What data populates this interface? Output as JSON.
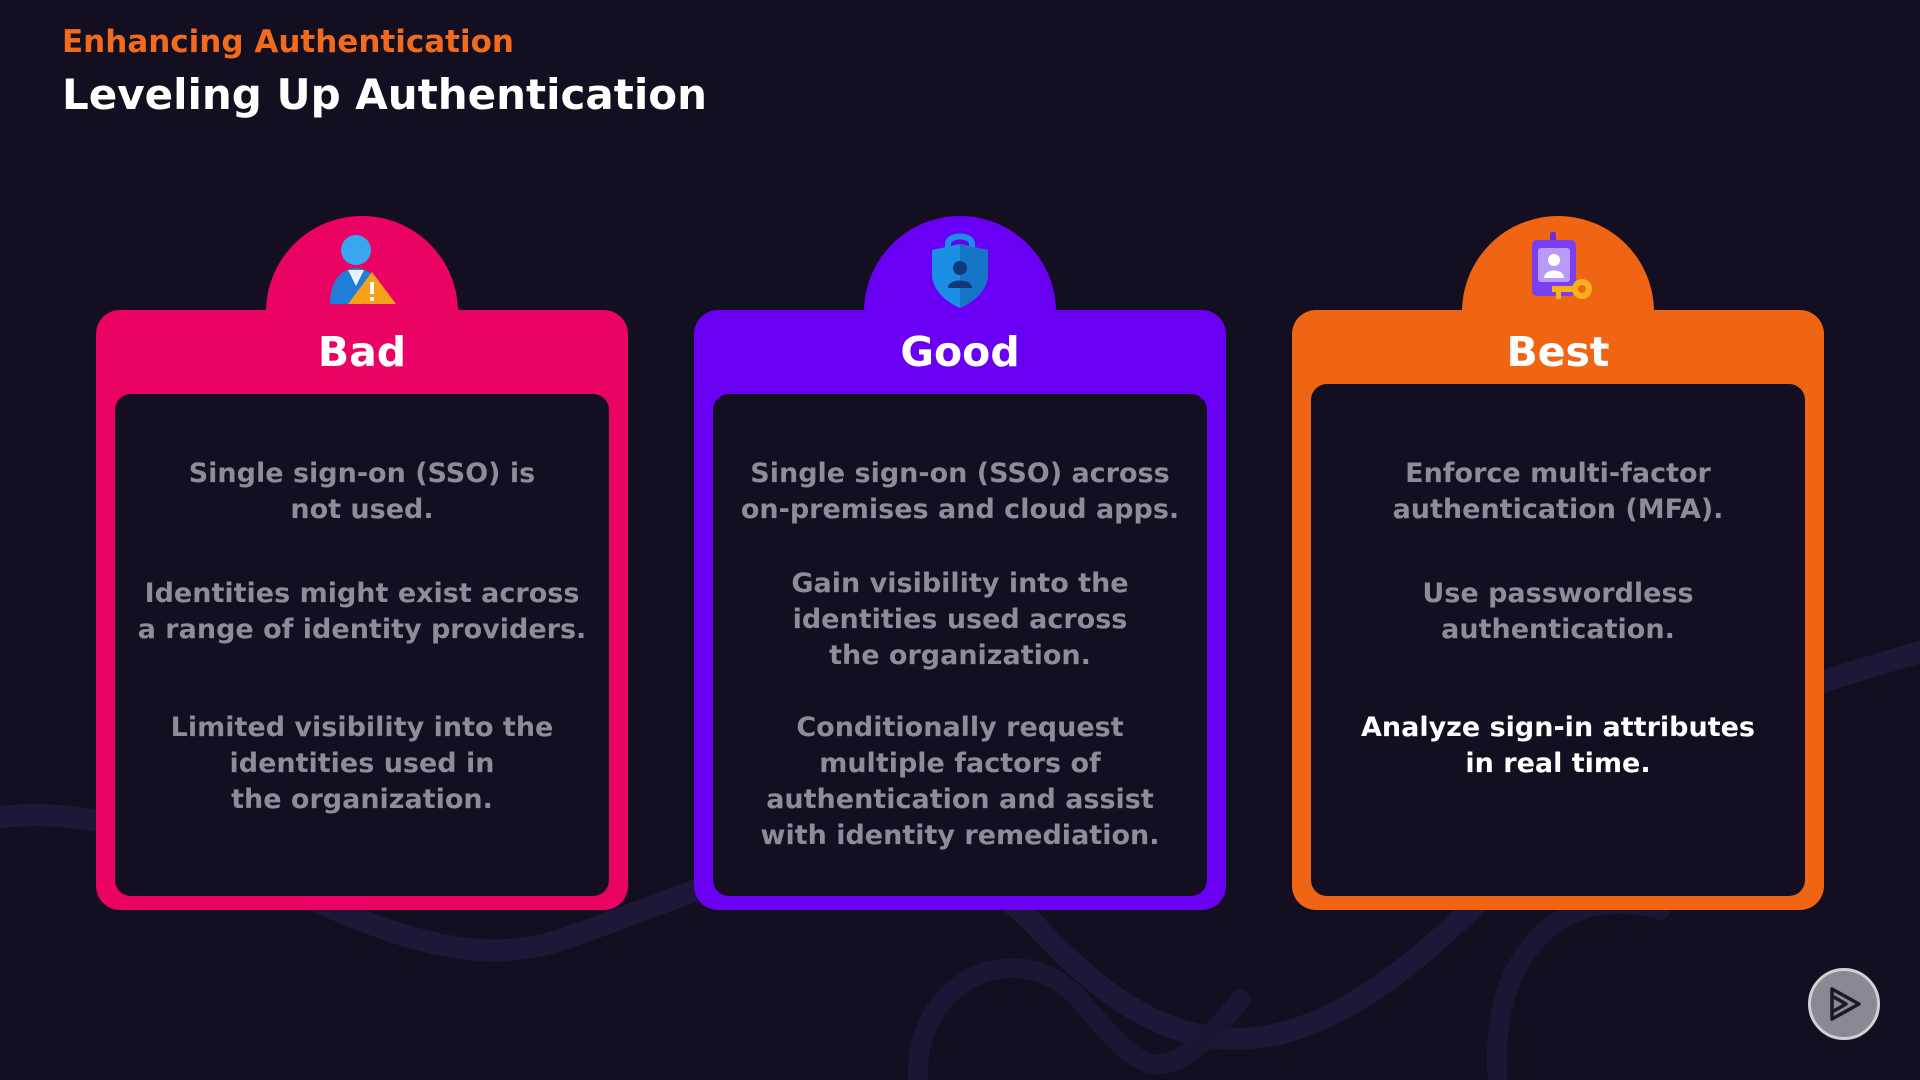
{
  "header": {
    "eyebrow": "Enhancing Authentication",
    "title": "Leveling Up Authentication"
  },
  "cards": [
    {
      "title": "Bad",
      "icon": "user-warning-icon",
      "color": "#ea0265",
      "paragraphs": [
        "Single sign-on (SSO) is\nnot used.",
        "Identities might exist across\na range of identity providers.",
        "Limited visibility into the\nidentities used in\nthe organization."
      ]
    },
    {
      "title": "Good",
      "icon": "shield-lock-icon",
      "color": "#6a00f3",
      "paragraphs": [
        "Single sign-on (SSO) across\non-premises and cloud apps.",
        "Gain visibility into the\nidentities used across\nthe organization.",
        "Conditionally request\nmultiple factors of\nauthentication and assist\nwith identity remediation."
      ]
    },
    {
      "title": "Best",
      "icon": "id-badge-key-icon",
      "color": "#ef6514",
      "paragraphs": [
        "Enforce multi-factor\nauthentication (MFA).",
        "Use passwordless\nauthentication.",
        "Analyze sign-in attributes\nin real time."
      ]
    }
  ],
  "player": {
    "icon": "play-logo-icon"
  }
}
